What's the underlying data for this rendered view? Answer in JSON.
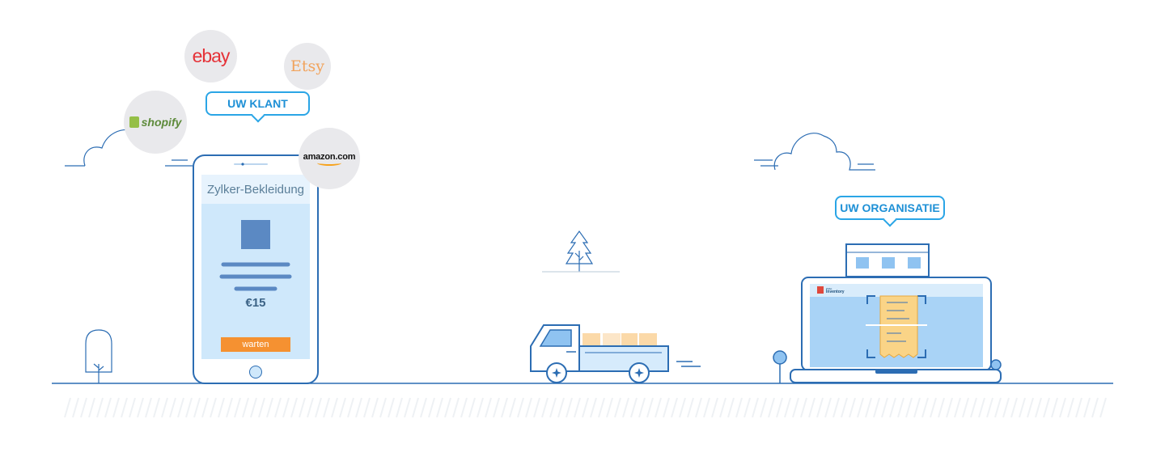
{
  "labels": {
    "customer": "UW KLANT",
    "organisation": "UW ORGANISATIE"
  },
  "channels": [
    {
      "name": "ebay",
      "icon": "ebay-logo"
    },
    {
      "name": "Etsy",
      "icon": "etsy-logo"
    },
    {
      "name": "shopify",
      "icon": "shopify-logo"
    },
    {
      "name": "amazon.com",
      "icon": "amazon-logo"
    }
  ],
  "phone": {
    "store_name": "Zylker-Bekleidung",
    "price": "€15",
    "buy_button": "warten"
  },
  "laptop": {
    "app_name_top": "Zoho",
    "app_name": "Inventory"
  },
  "colors": {
    "line": "#2c6db3",
    "accent": "#2aa5e6",
    "screen": "#cfe8fb",
    "orange": "#f59131",
    "receipt": "#fad487",
    "logo_bg": "#e9e9ec"
  }
}
